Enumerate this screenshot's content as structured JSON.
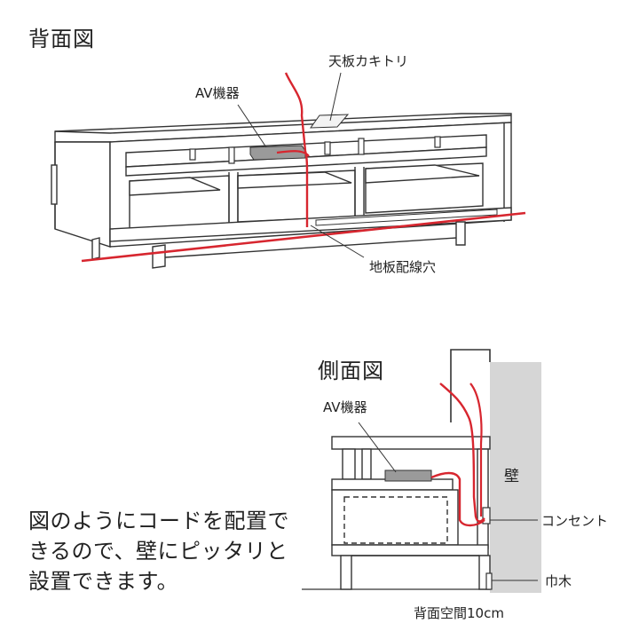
{
  "back_view": {
    "title": "背面図",
    "label_top_cutout": "天板カキトリ",
    "label_av_device": "AV機器",
    "label_floor_hole": "地板配線穴"
  },
  "side_view": {
    "title": "側面図",
    "label_av_device": "AV機器",
    "label_wall": "壁",
    "label_outlet": "コンセント",
    "label_baseboard": "巾木",
    "label_rear_space": "背面空間10cm"
  },
  "caption": {
    "lines": [
      "図のようにコードを配置で",
      "きるので、壁にピッタリと",
      "設置できます。"
    ]
  },
  "colors": {
    "cable": "#d7262f",
    "line": "#333333",
    "device": "#9a9a9a",
    "wall": "#d6d6d6"
  }
}
